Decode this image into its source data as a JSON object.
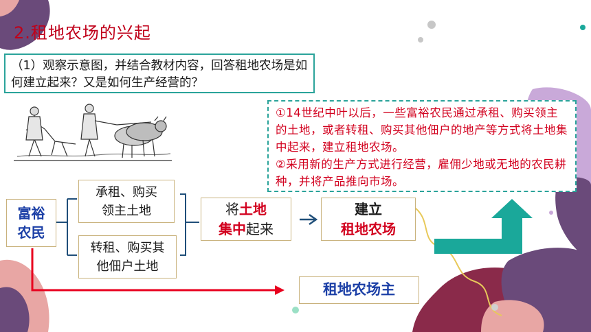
{
  "title": "2.租地农场的兴起",
  "question": "（1）观察示意图，并结合教材内容，回答租地农场是如何建立起来？又是如何生产经营的？",
  "answer": {
    "line1": "①14世纪中叶以后，一些富裕农民通过承租、购买领主的土地，或者转租、购买其他佃户的地产等方式将土地集中起来，建立租地农场。",
    "line2": "②采用新的生产方式进行经营，雇佣少地或无地的农民耕种，并将产品推向市场。"
  },
  "flow": {
    "rich_peasant": {
      "line1": "富裕",
      "line2": "农民"
    },
    "option1": {
      "line1": "承租、购买",
      "line2": "领主土地"
    },
    "option2": {
      "line1": "转租、购买其",
      "line2": "他佃户土地"
    },
    "concentrate": {
      "part1": "将",
      "part2": "土地",
      "part3": "集中",
      "part4": "起来"
    },
    "establish": {
      "line1": "建立",
      "line2": "租地农场"
    },
    "farm_owner": "租地农场主"
  },
  "colors": {
    "accent_red": "#d2001e",
    "accent_blue": "#1b3fa6",
    "teal": "#1aa89a",
    "purple": "#6a4a7a",
    "plum": "#8a2a4a"
  }
}
